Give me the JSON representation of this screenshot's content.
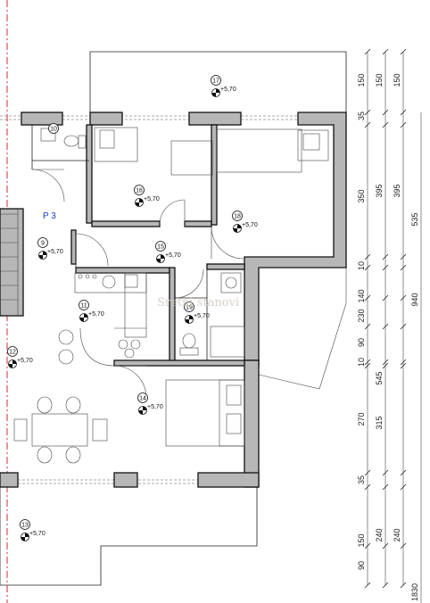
{
  "apartment_label": "P 3",
  "watermark": "Sretni stanovi",
  "rooms": [
    {
      "number": "17",
      "level": "+5,70"
    },
    {
      "number": "16",
      "level": "+5,70"
    },
    {
      "number": "18",
      "level": "+5,70"
    },
    {
      "number": "10",
      "level": ""
    },
    {
      "number": "9",
      "level": "+5,70"
    },
    {
      "number": "15",
      "level": "+5,70"
    },
    {
      "number": "11",
      "level": "+5,70"
    },
    {
      "number": "19",
      "level": "+5,70"
    },
    {
      "number": "12",
      "level": "+5,70"
    },
    {
      "number": "14",
      "level": "+5,70"
    },
    {
      "number": "13",
      "level": "+5,70"
    }
  ],
  "dimensions": {
    "col1": [
      "150",
      "35",
      "350",
      "10",
      "140",
      "230",
      "90",
      "10",
      "270",
      "35",
      "150",
      "90"
    ],
    "col2": [
      "150",
      "395",
      "545",
      "315",
      "240"
    ],
    "col3": [
      "150",
      "395",
      "240"
    ],
    "col4": [
      "535",
      "940",
      "1830"
    ]
  }
}
